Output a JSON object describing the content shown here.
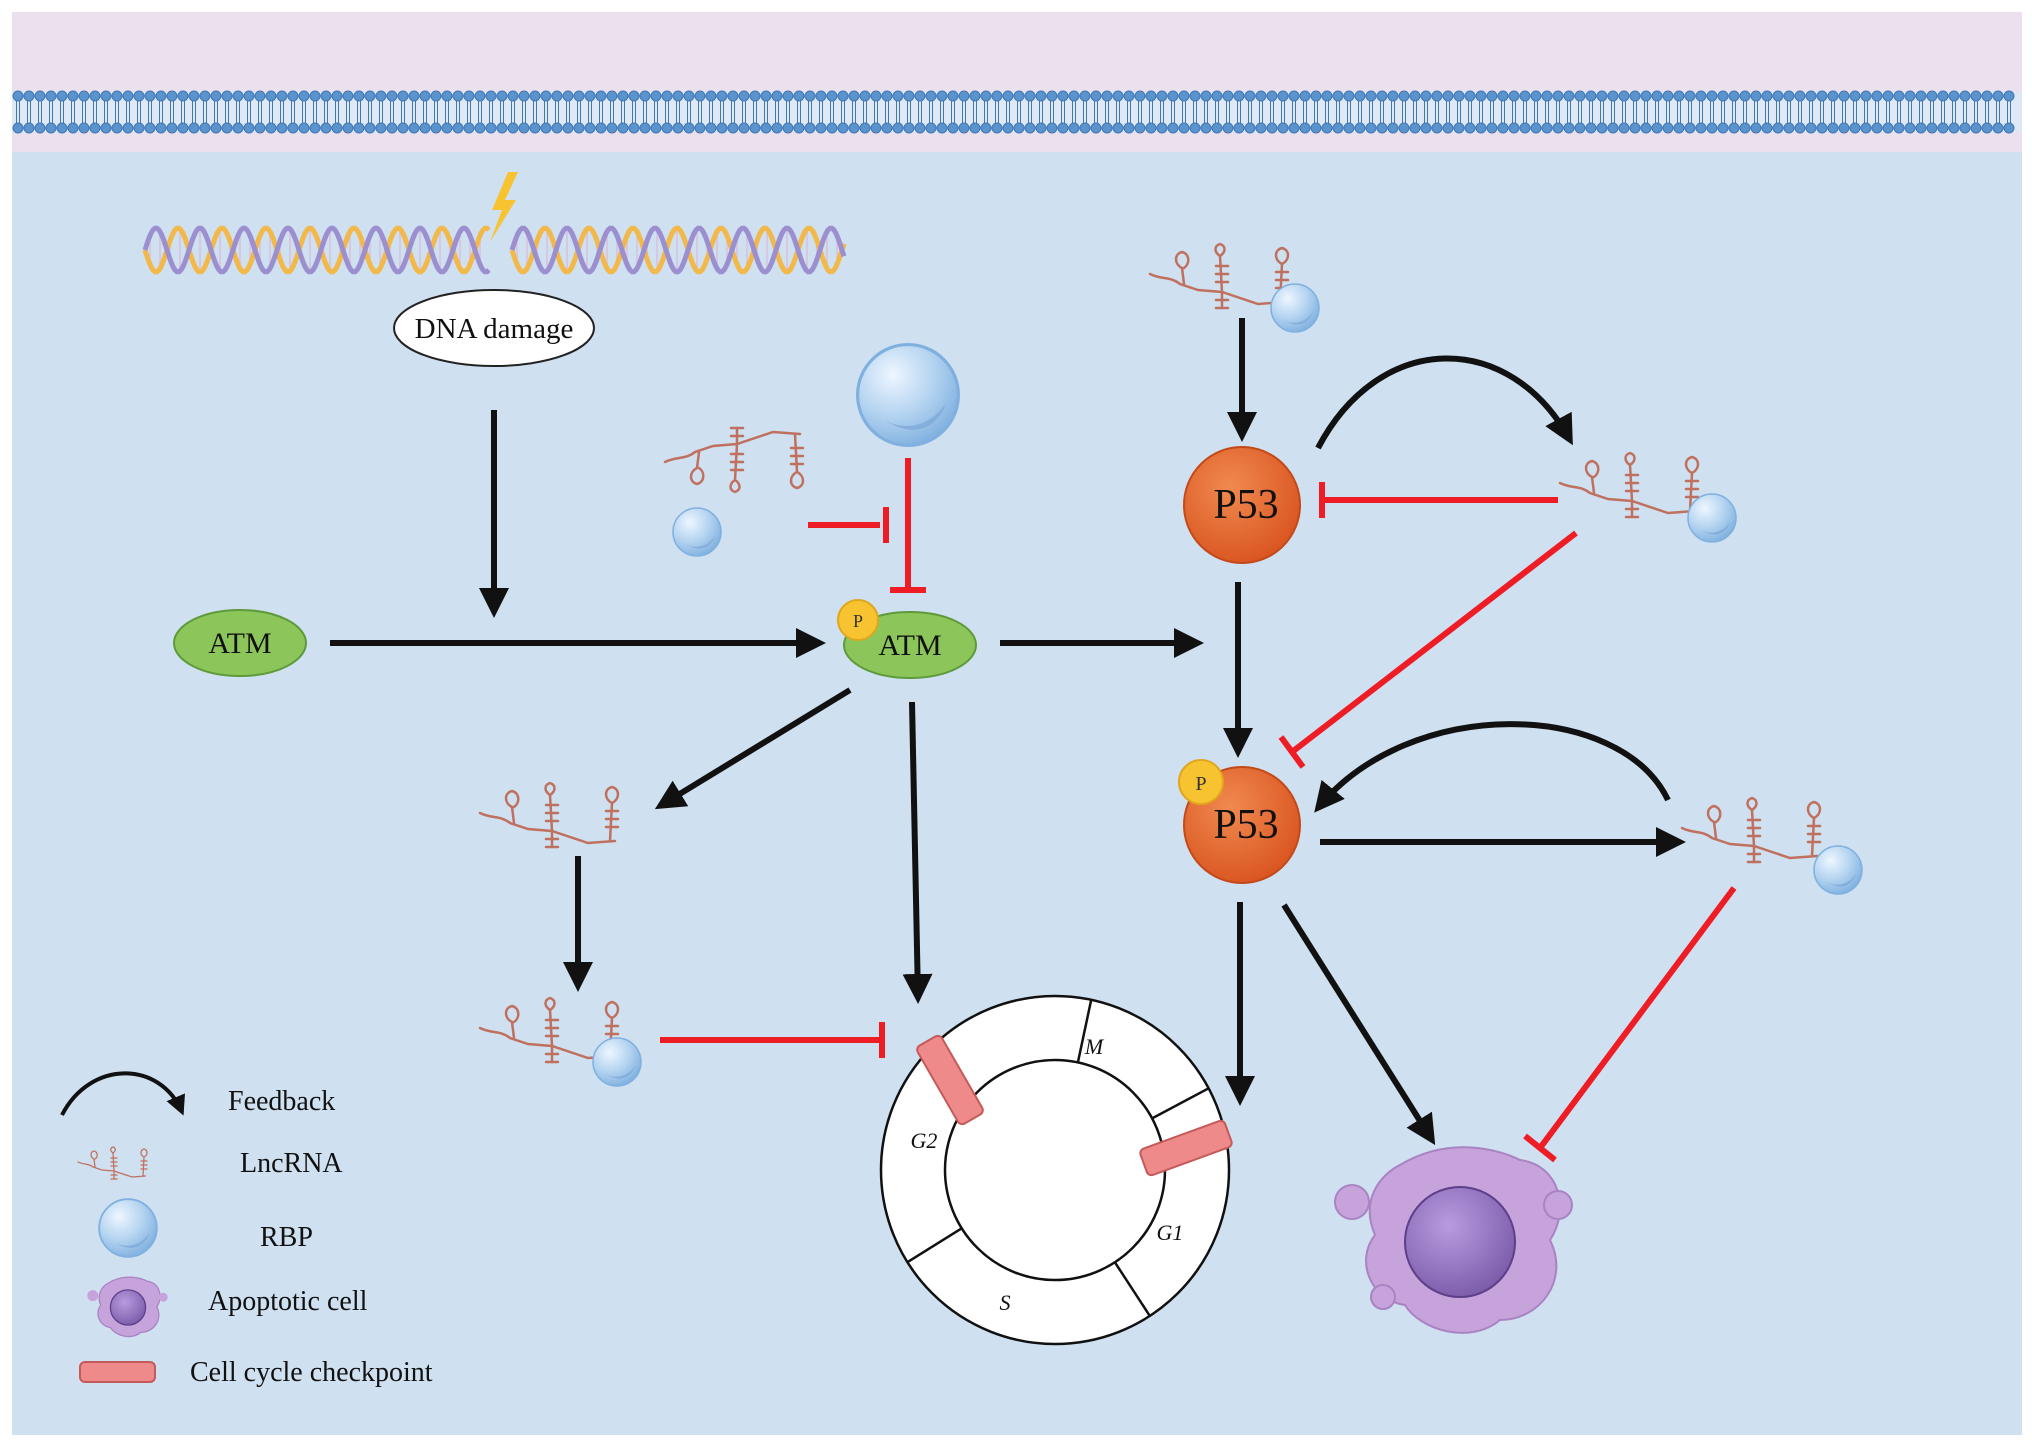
{
  "nodes": {
    "dna_damage": "DNA damage",
    "atm": "ATM",
    "atm_phospho": "ATM",
    "p53": "P53",
    "p53_phospho": "P53",
    "phospho_mark": "P"
  },
  "cell_cycle": {
    "phases": [
      "M",
      "G1",
      "S",
      "G2"
    ]
  },
  "legend": {
    "feedback": "Feedback",
    "lncrna": "LncRNA",
    "rbp": "RBP",
    "apoptotic": "Apoptotic cell",
    "checkpoint": "Cell cycle checkpoint"
  },
  "colors": {
    "cytoplasm": "#cfe0f0",
    "membrane_band": "#ebe0ee",
    "membrane_blue": "#5b93cc",
    "activation": "#111111",
    "inhibition": "#ee1c24",
    "atm_green": "#8cc65b",
    "p53_orange": "#e55d25",
    "phospho_yellow": "#f7c331",
    "lncrna": "#c0705e",
    "rbp_blue": "#a9ceee",
    "apoptotic_purple": "#b58ccc",
    "checkpoint_red": "#ee8a8a"
  }
}
